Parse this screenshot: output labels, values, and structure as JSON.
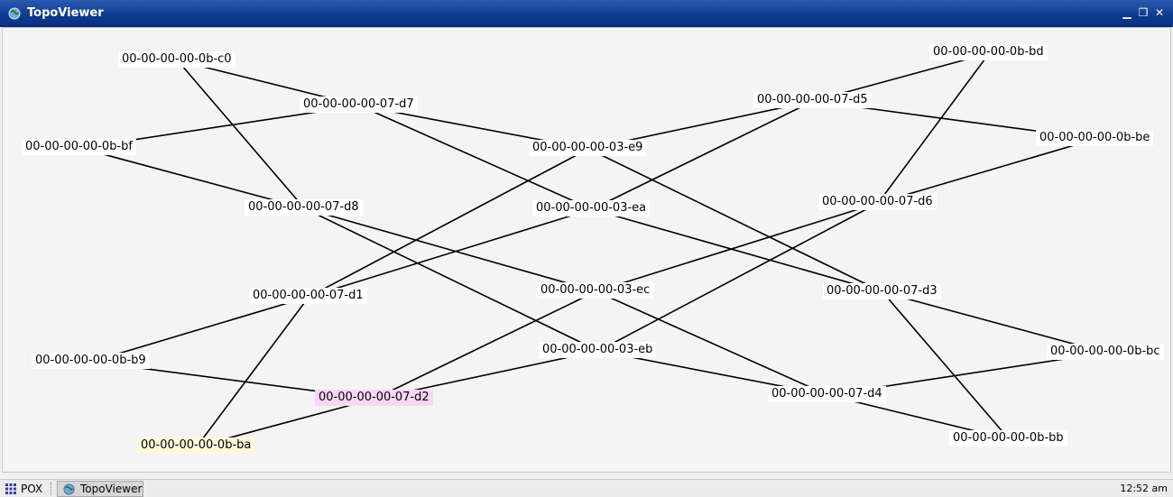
{
  "window": {
    "title": "TopoViewer"
  },
  "nodes": {
    "c0": "00-00-00-00-0b-c0",
    "bf": "00-00-00-00-0b-bf",
    "b9": "00-00-00-00-0b-b9",
    "ba": "00-00-00-00-0b-ba",
    "d7": "00-00-00-00-07-d7",
    "d8": "00-00-00-00-07-d8",
    "d1": "00-00-00-00-07-d1",
    "d2": "00-00-00-00-07-d2",
    "e9": "00-00-00-00-03-e9",
    "ea": "00-00-00-00-03-ea",
    "ec": "00-00-00-00-03-ec",
    "eb": "00-00-00-00-03-eb",
    "d5": "00-00-00-00-07-d5",
    "d6": "00-00-00-00-07-d6",
    "d3": "00-00-00-00-07-d3",
    "d4": "00-00-00-00-07-d4",
    "bd": "00-00-00-00-0b-bd",
    "be": "00-00-00-00-0b-be",
    "bc": "00-00-00-00-0b-bc",
    "bb": "00-00-00-00-0b-bb"
  },
  "links": [
    [
      "c0",
      "d7"
    ],
    [
      "c0",
      "d8"
    ],
    [
      "bf",
      "d7"
    ],
    [
      "bf",
      "d8"
    ],
    [
      "b9",
      "d1"
    ],
    [
      "b9",
      "d2"
    ],
    [
      "ba",
      "d1"
    ],
    [
      "ba",
      "d2"
    ],
    [
      "d7",
      "e9"
    ],
    [
      "d7",
      "ea"
    ],
    [
      "d8",
      "ec"
    ],
    [
      "d8",
      "eb"
    ],
    [
      "d1",
      "e9"
    ],
    [
      "d1",
      "ea"
    ],
    [
      "d2",
      "ec"
    ],
    [
      "d2",
      "eb"
    ],
    [
      "e9",
      "d5"
    ],
    [
      "e9",
      "d3"
    ],
    [
      "ea",
      "d5"
    ],
    [
      "ea",
      "d3"
    ],
    [
      "ec",
      "d6"
    ],
    [
      "ec",
      "d4"
    ],
    [
      "eb",
      "d6"
    ],
    [
      "eb",
      "d4"
    ],
    [
      "d5",
      "bd"
    ],
    [
      "d5",
      "be"
    ],
    [
      "d6",
      "bd"
    ],
    [
      "d6",
      "be"
    ],
    [
      "d3",
      "bc"
    ],
    [
      "d3",
      "bb"
    ],
    [
      "d4",
      "bc"
    ],
    [
      "d4",
      "bb"
    ]
  ],
  "highlight": {
    "pink": "d2",
    "yellow": "ba"
  },
  "taskbar": {
    "start_label": "POX",
    "task_label": "TopoViewer",
    "clock": "12:52 am"
  },
  "colors": {
    "titlebar": "#0e3a8e",
    "highlight_pink": "#f9d6f6",
    "highlight_yellow": "#fcfbd9"
  }
}
